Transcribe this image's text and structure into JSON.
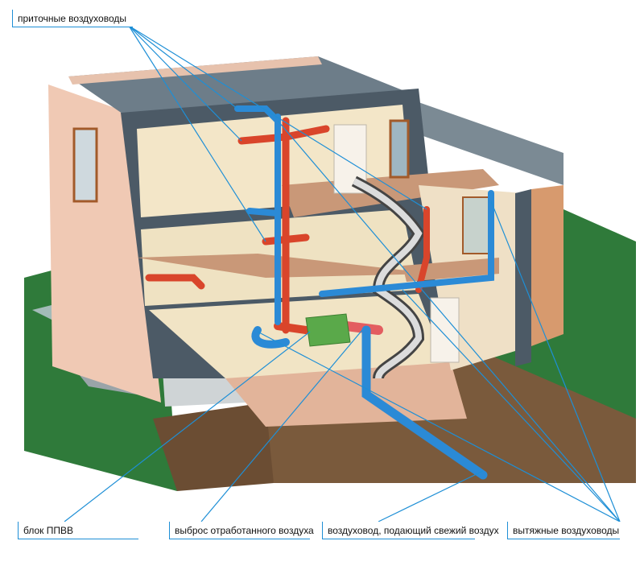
{
  "labels": {
    "supply_ducts": "приточные воздуховоды",
    "ahu_unit": "блок ППВВ",
    "exhaust_outlet": "выброс отработанного воздуха",
    "fresh_air_duct": "воздуховод, подающий свежий воздух",
    "exhaust_ducts": "вытяжные воздуховоды"
  },
  "colors": {
    "supply_duct": "#d9452b",
    "exhaust_duct": "#2b8ad6",
    "ahu_box": "#5aa94a",
    "callout_line": "#1e8fd6",
    "lawn": "#2f7a3a",
    "soil": "#7a5a3c",
    "wall_peach": "#f0c9b4",
    "wall_slate": "#4c5a66"
  }
}
